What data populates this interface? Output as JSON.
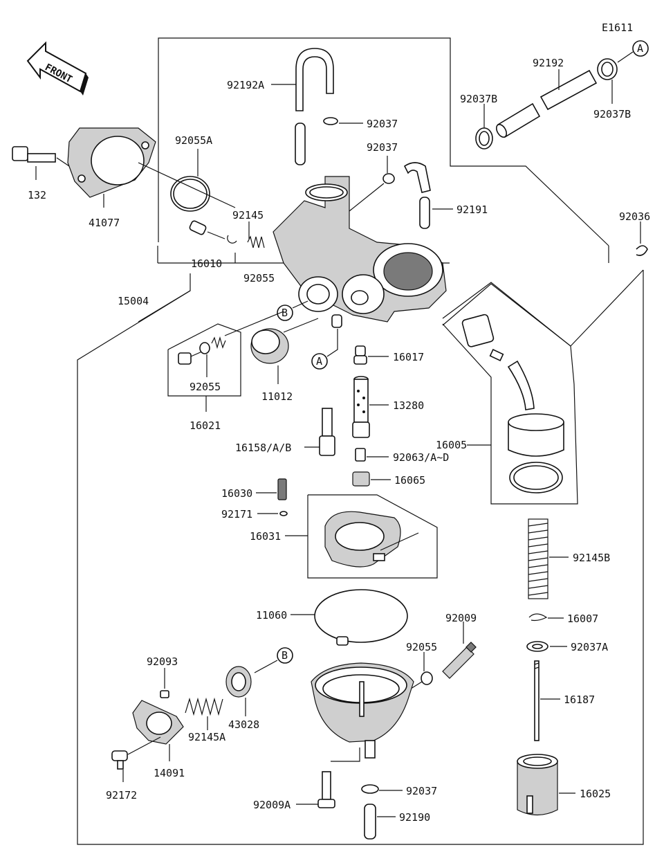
{
  "diagram": {
    "code": "E1611",
    "front_label": "FRONT",
    "ref_markers": [
      "A",
      "B"
    ],
    "labels": {
      "p92192A": "92192A",
      "p92037_top": "92037",
      "p92037_mid": "92037",
      "p92055A": "92055A",
      "p132": "132",
      "p41077": "41077",
      "p92145": "92145",
      "p92055_top": "92055",
      "p16010": "16010",
      "p15004": "15004",
      "p92191": "92191",
      "p92192": "92192",
      "p92037B_left": "92037B",
      "p92037B_right": "92037B",
      "p92036": "92036",
      "p92055_sub": "92055",
      "p16021": "16021",
      "p11012": "11012",
      "p16017": "16017",
      "p13280": "13280",
      "p16158": "16158/A/B",
      "p92063": "92063/A~D",
      "p16065": "16065",
      "p16005": "16005",
      "p16030": "16030",
      "p92171": "92171",
      "p16031": "16031",
      "p92145B": "92145B",
      "p16007": "16007",
      "p92037A": "92037A",
      "p11060": "11060",
      "p92009": "92009",
      "p92055_bowl": "92055",
      "p16187": "16187",
      "p92093": "92093",
      "p43028": "43028",
      "p92145A": "92145A",
      "p14091": "14091",
      "p92172": "92172",
      "p92037_bot": "92037",
      "p92009A": "92009A",
      "p92190": "92190",
      "p16025": "16025"
    }
  }
}
